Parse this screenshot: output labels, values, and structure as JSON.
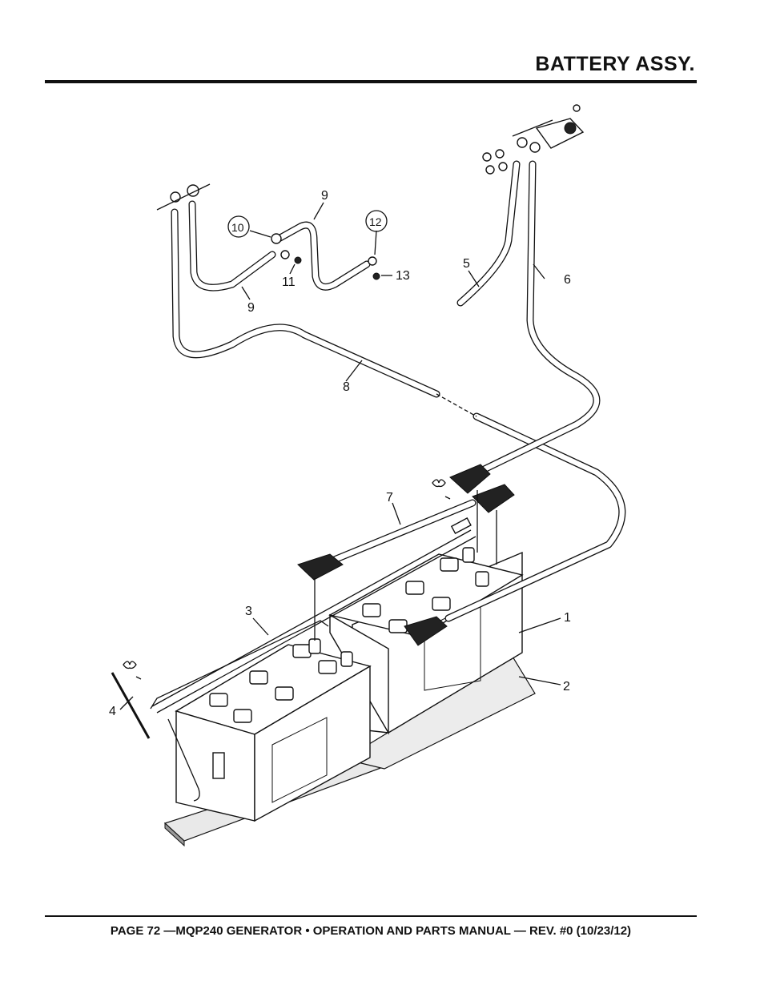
{
  "header": {
    "title": "BATTERY ASSY."
  },
  "footer": {
    "text": "PAGE 72 —MQP240 GENERATOR • OPERATION AND PARTS MANUAL — REV. #0 (10/23/12)"
  },
  "diagram": {
    "callouts": [
      {
        "id": "c1",
        "label": "1"
      },
      {
        "id": "c2",
        "label": "2"
      },
      {
        "id": "c3",
        "label": "3"
      },
      {
        "id": "c4",
        "label": "4"
      },
      {
        "id": "c5",
        "label": "5"
      },
      {
        "id": "c6",
        "label": "6"
      },
      {
        "id": "c7",
        "label": "7"
      },
      {
        "id": "c8",
        "label": "8"
      },
      {
        "id": "c9a",
        "label": "9"
      },
      {
        "id": "c9b",
        "label": "9"
      },
      {
        "id": "c10",
        "label": "10"
      },
      {
        "id": "c11",
        "label": "11"
      },
      {
        "id": "c12",
        "label": "12"
      },
      {
        "id": "c13",
        "label": "13"
      }
    ]
  }
}
